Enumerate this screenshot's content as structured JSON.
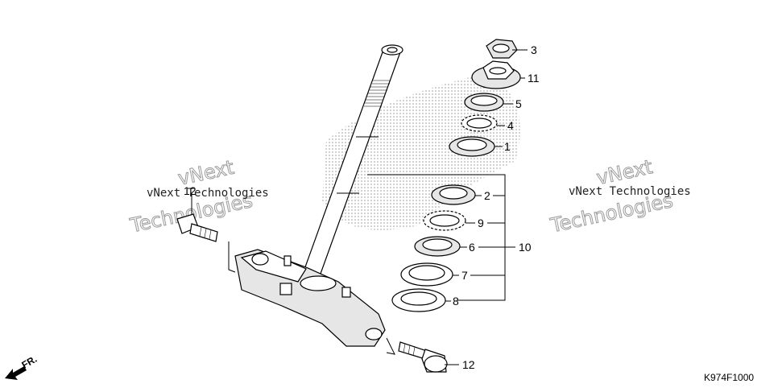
{
  "diagram": {
    "callouts": [
      {
        "id": "c3",
        "text": "3"
      },
      {
        "id": "c11",
        "text": "11"
      },
      {
        "id": "c5",
        "text": "5"
      },
      {
        "id": "c4",
        "text": "4"
      },
      {
        "id": "c1",
        "text": "1"
      },
      {
        "id": "c2",
        "text": "2"
      },
      {
        "id": "c9",
        "text": "9"
      },
      {
        "id": "c6",
        "text": "6"
      },
      {
        "id": "c10",
        "text": "10"
      },
      {
        "id": "c7",
        "text": "7"
      },
      {
        "id": "c8",
        "text": "8"
      },
      {
        "id": "c12a",
        "text": "12"
      },
      {
        "id": "c12b",
        "text": "12"
      }
    ],
    "watermarks": {
      "small": "vNext Technologies",
      "big_line1": "vNext",
      "big_line2": "Technologies"
    },
    "direction_label": "FR.",
    "figure_code": "K974F1000"
  }
}
